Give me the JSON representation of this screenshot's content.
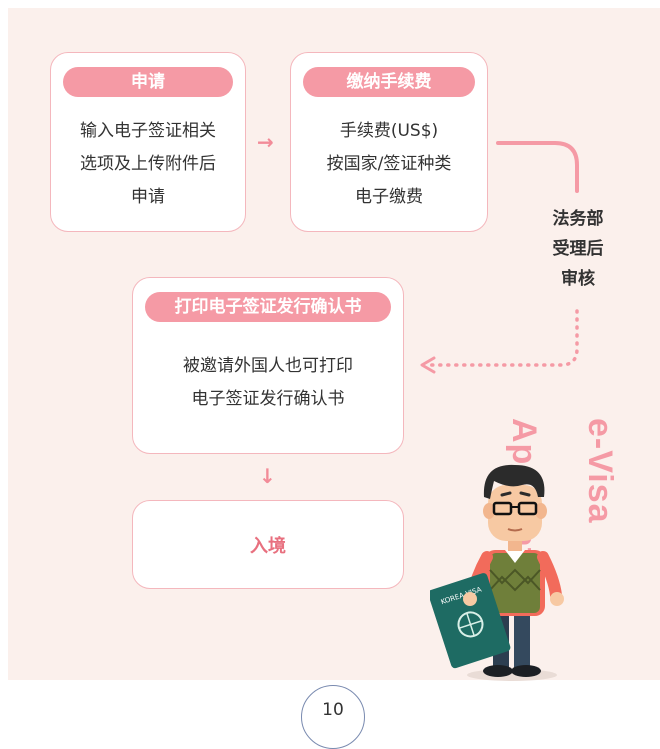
{
  "steps": {
    "apply": {
      "title": "申请",
      "lines": [
        "输入电子签证相关",
        "选项及上传附件后",
        "申请"
      ]
    },
    "fee": {
      "title": "缴纳手续费",
      "lines": [
        "手续费(US$)",
        "按国家/签证种类",
        "电子缴费"
      ]
    },
    "review": {
      "lines": [
        "法务部",
        "受理后",
        "审核"
      ]
    },
    "print": {
      "title": "打印电子签证发行确认书",
      "lines": [
        "被邀请外国人也可打印",
        "电子签证发行确认书"
      ]
    },
    "entry": {
      "label": "入境"
    }
  },
  "brand_text": "e-Visa Application",
  "passport_text": "KOREA VISA",
  "page_number": "10",
  "colors": {
    "accent": "#f59aa5",
    "accent_dark": "#e8707f",
    "background": "#fbf0ec",
    "border": "#f4b7bd"
  },
  "icons": [
    "arrow-right-icon",
    "arrow-down-icon",
    "dotted-arrow-left-icon",
    "man-with-passport-illustration"
  ]
}
